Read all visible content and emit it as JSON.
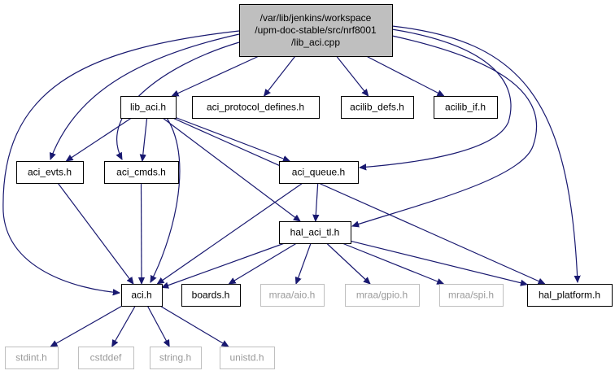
{
  "colors": {
    "edge": "#191970",
    "root_fill": "#bfbfbf",
    "node_fill": "#ffffff",
    "missing_border": "#bfbfbf",
    "missing_text": "#9a9a9a"
  },
  "nodes": [
    {
      "id": "lib_aci_cpp",
      "lines": [
        "/var/lib/jenkins/workspace",
        "/upm-doc-stable/src/nrf8001",
        "/lib_aci.cpp"
      ],
      "kind": "root"
    },
    {
      "id": "lib_aci_h",
      "lines": [
        "lib_aci.h"
      ],
      "kind": "normal"
    },
    {
      "id": "aci_protocol_defines_h",
      "lines": [
        "aci_protocol_defines.h"
      ],
      "kind": "normal"
    },
    {
      "id": "acilib_defs_h",
      "lines": [
        "acilib_defs.h"
      ],
      "kind": "normal"
    },
    {
      "id": "acilib_if_h",
      "lines": [
        "acilib_if.h"
      ],
      "kind": "normal"
    },
    {
      "id": "aci_evts_h",
      "lines": [
        "aci_evts.h"
      ],
      "kind": "normal"
    },
    {
      "id": "aci_cmds_h",
      "lines": [
        "aci_cmds.h"
      ],
      "kind": "normal"
    },
    {
      "id": "aci_queue_h",
      "lines": [
        "aci_queue.h"
      ],
      "kind": "normal"
    },
    {
      "id": "hal_aci_tl_h",
      "lines": [
        "hal_aci_tl.h"
      ],
      "kind": "normal"
    },
    {
      "id": "aci_h",
      "lines": [
        "aci.h"
      ],
      "kind": "normal"
    },
    {
      "id": "boards_h",
      "lines": [
        "boards.h"
      ],
      "kind": "normal"
    },
    {
      "id": "mraa_aio_h",
      "lines": [
        "mraa/aio.h"
      ],
      "kind": "missing"
    },
    {
      "id": "mraa_gpio_h",
      "lines": [
        "mraa/gpio.h"
      ],
      "kind": "missing"
    },
    {
      "id": "mraa_spi_h",
      "lines": [
        "mraa/spi.h"
      ],
      "kind": "missing"
    },
    {
      "id": "hal_platform_h",
      "lines": [
        "hal_platform.h"
      ],
      "kind": "normal"
    },
    {
      "id": "stdint_h",
      "lines": [
        "stdint.h"
      ],
      "kind": "missing"
    },
    {
      "id": "cstddef",
      "lines": [
        "cstddef"
      ],
      "kind": "missing"
    },
    {
      "id": "string_h",
      "lines": [
        "string.h"
      ],
      "kind": "missing"
    },
    {
      "id": "unistd_h",
      "lines": [
        "unistd.h"
      ],
      "kind": "missing"
    }
  ],
  "edges": [
    {
      "from": "lib_aci_cpp",
      "to": "lib_aci_h"
    },
    {
      "from": "lib_aci_cpp",
      "to": "aci_protocol_defines_h"
    },
    {
      "from": "lib_aci_cpp",
      "to": "acilib_defs_h"
    },
    {
      "from": "lib_aci_cpp",
      "to": "acilib_if_h"
    },
    {
      "from": "lib_aci_cpp",
      "to": "aci_evts_h"
    },
    {
      "from": "lib_aci_cpp",
      "to": "aci_cmds_h"
    },
    {
      "from": "lib_aci_cpp",
      "to": "aci_h"
    },
    {
      "from": "lib_aci_cpp",
      "to": "aci_queue_h"
    },
    {
      "from": "lib_aci_cpp",
      "to": "hal_aci_tl_h"
    },
    {
      "from": "lib_aci_cpp",
      "to": "hal_platform_h"
    },
    {
      "from": "lib_aci_h",
      "to": "aci_evts_h"
    },
    {
      "from": "lib_aci_h",
      "to": "aci_cmds_h"
    },
    {
      "from": "lib_aci_h",
      "to": "aci_h"
    },
    {
      "from": "lib_aci_h",
      "to": "aci_queue_h"
    },
    {
      "from": "lib_aci_h",
      "to": "hal_aci_tl_h"
    },
    {
      "from": "lib_aci_h",
      "to": "hal_platform_h"
    },
    {
      "from": "aci_evts_h",
      "to": "aci_h"
    },
    {
      "from": "aci_cmds_h",
      "to": "aci_h"
    },
    {
      "from": "aci_queue_h",
      "to": "hal_aci_tl_h"
    },
    {
      "from": "aci_queue_h",
      "to": "aci_h"
    },
    {
      "from": "hal_aci_tl_h",
      "to": "aci_h"
    },
    {
      "from": "hal_aci_tl_h",
      "to": "boards_h"
    },
    {
      "from": "hal_aci_tl_h",
      "to": "mraa_aio_h"
    },
    {
      "from": "hal_aci_tl_h",
      "to": "mraa_gpio_h"
    },
    {
      "from": "hal_aci_tl_h",
      "to": "mraa_spi_h"
    },
    {
      "from": "hal_aci_tl_h",
      "to": "hal_platform_h"
    },
    {
      "from": "aci_h",
      "to": "stdint_h"
    },
    {
      "from": "aci_h",
      "to": "cstddef"
    },
    {
      "from": "aci_h",
      "to": "string_h"
    },
    {
      "from": "aci_h",
      "to": "unistd_h"
    }
  ]
}
